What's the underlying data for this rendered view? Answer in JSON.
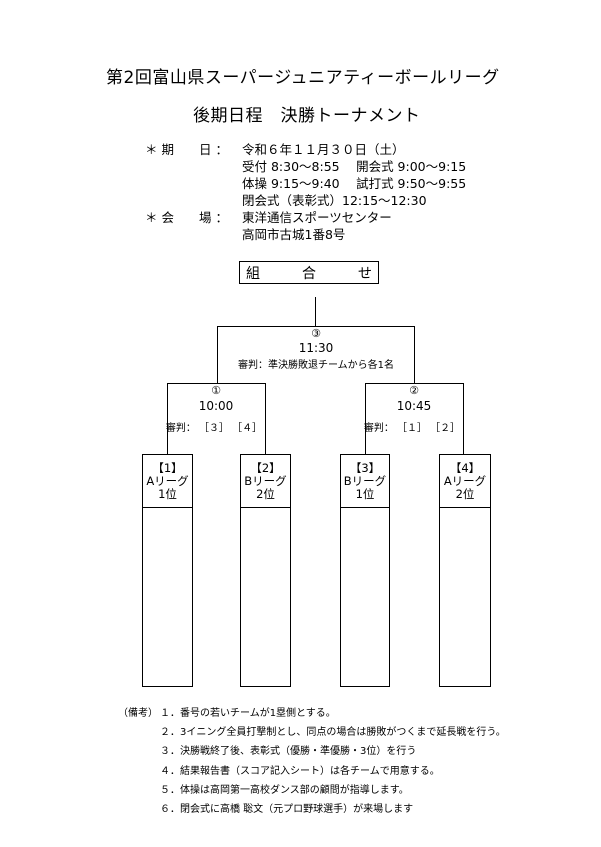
{
  "header": {
    "title": "第2回富山県スーパージュニアティーボールリーグ",
    "subtitle": "後期日程　決勝トーナメント"
  },
  "schedule": {
    "date_label": "＊ 期　　日 ：",
    "date_value": "令和６年１１月３０日（土）",
    "lines": [
      "受付 8:30～8:55　 開会式 9:00～9:15",
      "体操 9:15～9:40　 試打式 9:50～9:55",
      "閉会式（表彰式）12:15～12:30"
    ],
    "venue_label": "＊ 会　　場 ：",
    "venue_name": "東洋通信スポーツセンター",
    "venue_address": "高岡市古城1番8号"
  },
  "bracket": {
    "heading": "組　　　合　　　せ",
    "final": {
      "number": "③",
      "time": "11:30",
      "umpire": "審判：準決勝敗退チームから各1名"
    },
    "semis": [
      {
        "number": "①",
        "time": "10:00",
        "umpire": "審判： ［３］ ［４］"
      },
      {
        "number": "②",
        "time": "10:45",
        "umpire": "審判： ［１］ ［２］"
      }
    ],
    "teams": [
      {
        "seed": "【1】",
        "league": "Aリーグ",
        "rank": "1位"
      },
      {
        "seed": "【2】",
        "league": "Bリーグ",
        "rank": "2位"
      },
      {
        "seed": "【3】",
        "league": "Bリーグ",
        "rank": "1位"
      },
      {
        "seed": "【4】",
        "league": "Aリーグ",
        "rank": "2位"
      }
    ]
  },
  "notes": {
    "label": "（備考）",
    "items": [
      "１．番号の若いチームが1塁側とする。",
      "２．3イニング全員打撃制とし、同点の場合は勝敗がつくまで延長戦を行う。",
      "３．決勝戦終了後、表彰式（優勝・準優勝・3位）を行う",
      "４．結果報告書（スコア記入シート）は各チームで用意する。",
      "５．体操は高岡第一高校ダンス部の顧問が指導します。",
      "６．閉会式に高橋 聡文（元プロ野球選手）が来場します"
    ]
  }
}
